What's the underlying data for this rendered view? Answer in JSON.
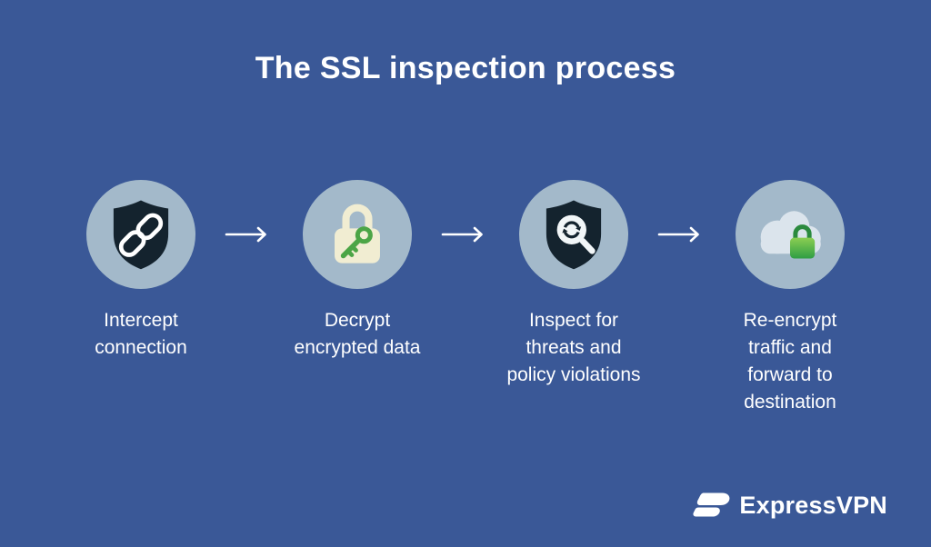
{
  "page": {
    "title": "The SSL inspection process",
    "background_color": "#3A5897",
    "text_color": "#FFFFFF"
  },
  "steps": [
    {
      "label": "Intercept\nconnection",
      "icon": "shield-chain-link-icon"
    },
    {
      "label": "Decrypt\nencrypted data",
      "icon": "padlock-key-icon"
    },
    {
      "label": "Inspect for\nthreats and\npolicy violations",
      "icon": "shield-magnifier-scan-icon"
    },
    {
      "label": "Re-encrypt\ntraffic and\nforward to\ndestination",
      "icon": "cloud-padlock-icon"
    }
  ],
  "colors": {
    "background": "#3A5897",
    "step_circle": "#A3B9CA",
    "shield_dark": "#14232E",
    "padlock_cream": "#F1EDD2",
    "key_green": "#4CA546",
    "lock_green_light": "#8BCE52",
    "lock_green_dark": "#2F9E44",
    "cloud": "#DBE4EC",
    "arrow": "#FFFFFF"
  },
  "branding": {
    "logo_text": "ExpressVPN"
  }
}
